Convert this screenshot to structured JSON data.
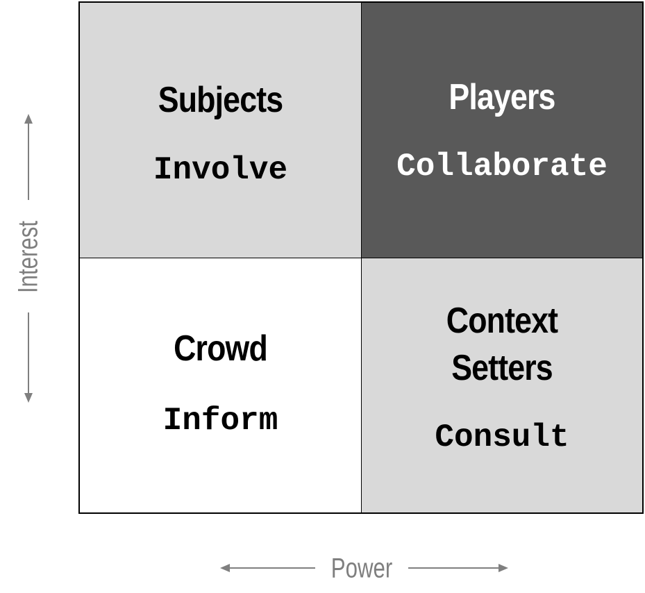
{
  "quadrants": {
    "top_left": {
      "title": "Subjects",
      "action": "Involve",
      "fill": "#d9d9d9",
      "text_color": "#000000"
    },
    "top_right": {
      "title": "Players",
      "action": "Collaborate",
      "fill": "#595959",
      "text_color": "#ffffff"
    },
    "bottom_left": {
      "title": "Crowd",
      "action": "Inform",
      "fill": "#ffffff",
      "text_color": "#000000"
    },
    "bottom_right": {
      "title_line1": "Context",
      "title_line2": "Setters",
      "action": "Consult",
      "fill": "#d9d9d9",
      "text_color": "#000000"
    }
  },
  "axes": {
    "vertical_label": "Interest",
    "horizontal_label": "Power",
    "color": "#7f7f7f"
  }
}
